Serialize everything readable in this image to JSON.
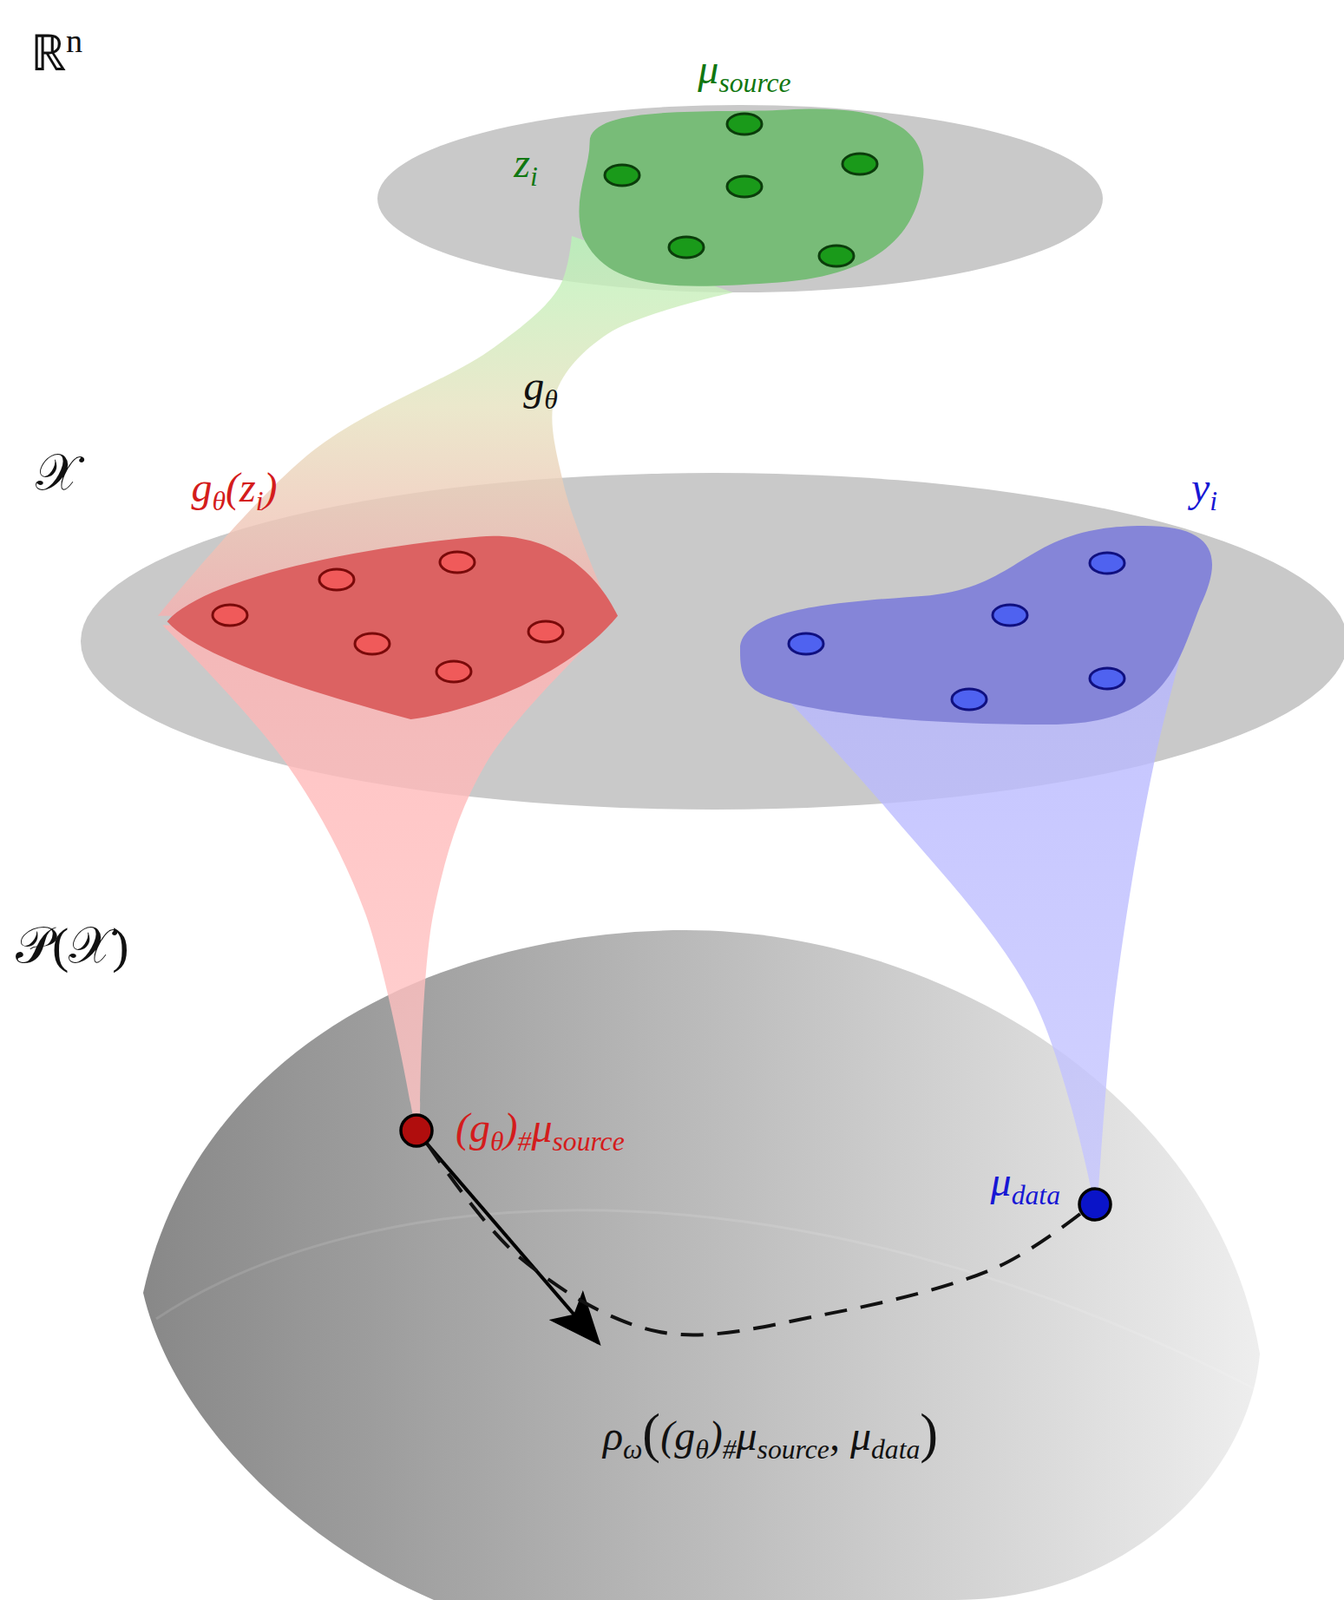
{
  "diagram": {
    "nodes": [
      {
        "text": [
          "μsource",
          "zi"
        ]
      },
      {
        "text": [
          "gθ(zi)"
        ]
      },
      {
        "text": [
          "yi"
        ]
      },
      {
        "text": [
          "(gθ)#μsource"
        ]
      },
      {
        "text": [
          "μdata"
        ]
      }
    ],
    "edges": [
      {
        "from": 0,
        "to": 1,
        "arrow": "none",
        "label": "gθ"
      },
      {
        "from": 1,
        "to": 3,
        "arrow": "none"
      },
      {
        "from": 2,
        "to": 4,
        "arrow": "none"
      },
      {
        "from": 3,
        "to": 4,
        "arrow": "none"
      }
    ],
    "labels": [
      "ℝn",
      "𝒳",
      "𝒫(𝒳)",
      "ρω((gθ)#μsource, μdata)"
    ]
  }
}
